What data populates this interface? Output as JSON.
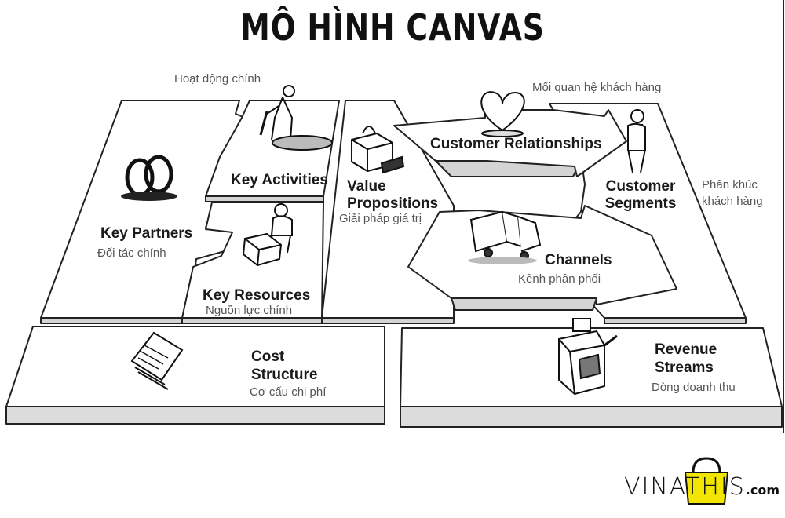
{
  "title": "MÔ HÌNH CANVAS",
  "blocks": {
    "key_partners": {
      "en": "Key Partners",
      "vi": "Đối tác chính"
    },
    "key_activities": {
      "en": "Key Activities",
      "vi": "Hoạt động chính"
    },
    "key_resources": {
      "en": "Key Resources",
      "vi": "Nguồn lực chính"
    },
    "value_propositions": {
      "en_line1": "Value",
      "en_line2": "Propositions",
      "vi": "Giải pháp giá trị"
    },
    "customer_relationships": {
      "en": "Customer Relationships",
      "vi": "Mối quan hệ khách hàng"
    },
    "channels": {
      "en": "Channels",
      "vi": "Kênh phân phối"
    },
    "customer_segments": {
      "en_line1": "Customer",
      "en_line2": "Segments",
      "vi_line1": "Phân khúc",
      "vi_line2": "khách hàng"
    },
    "cost_structure": {
      "en_line1": "Cost",
      "en_line2": "Structure",
      "vi": "Cơ cấu chi phí"
    },
    "revenue_streams": {
      "en_line1": "Revenue",
      "en_line2": "Streams",
      "vi": "Dòng doanh thu"
    }
  },
  "logo": {
    "main": "VINATHIS",
    "suffix": ".com",
    "accent_color": "#f2e600"
  },
  "icons": [
    "rings-icon",
    "digging-person-icon",
    "gift-box-icon",
    "heart-icon",
    "standing-person-icon",
    "person-with-machine-icon",
    "truck-icon",
    "document-stack-icon",
    "cash-register-icon",
    "shopping-bag-icon"
  ]
}
